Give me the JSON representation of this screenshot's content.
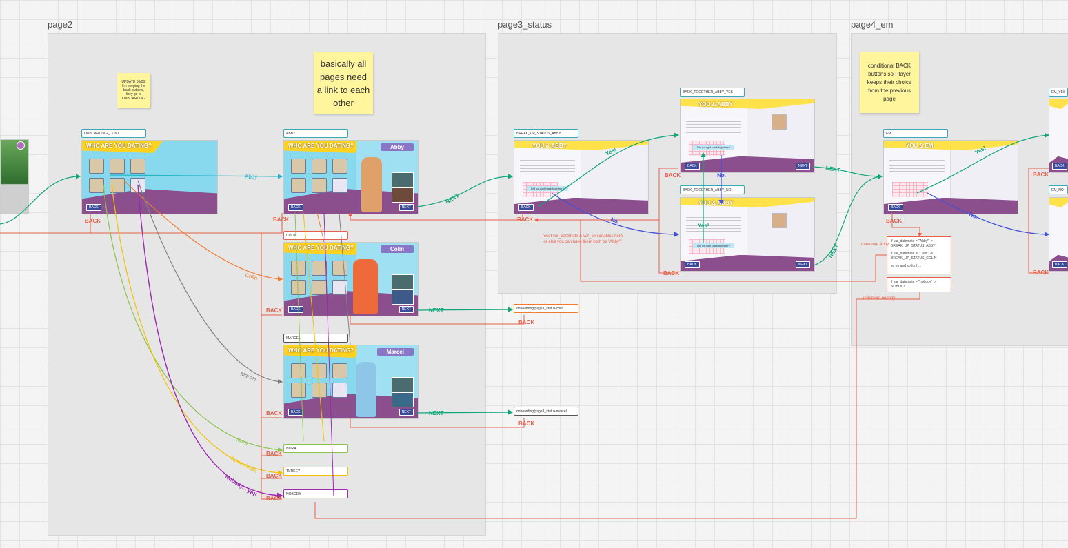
{
  "sections": {
    "page2": "page2",
    "page3": "page3_status",
    "page4": "page4_em"
  },
  "stickies": {
    "update": "UPDATE 03/08: I'm keeping the back buttons, they go to ONBOARDING",
    "links": "basically all pages need a link to each other",
    "conditional": "conditional BACK buttons so Player keeps their choice from the previous page"
  },
  "labels": {
    "onboarding_cont": "ONBOARDING_CONT",
    "abby": "ABBY",
    "colin": "COLIN",
    "marcel": "MARCEL",
    "nora": "NORA",
    "turkey": "TURKEY",
    "nobody": "NOBODY",
    "break_up_status_abby": "BREAK_UP_STATUS_ABBY",
    "back_together_abby_yes": "BACK_TOGETHER_ABBY_YES",
    "back_together_abby_no": "BACK_TOGETHER_ABBY_NO",
    "em": "EM",
    "em_yes": "EM_YES",
    "em_no": "EM_NO",
    "colin_next": "onboarding/page3_status/colin",
    "marcel_next": "onboarding/page3_status/marcel"
  },
  "frames": {
    "who_heading": "WHO ARE YOU DATING?",
    "you_abby": "YOU & ABBY",
    "you_em": "YOU & EM",
    "name_abby": "Abby",
    "name_colin": "Colin",
    "name_marcel": "Marcel",
    "back_btn": "BACK",
    "next_btn": "NEXT",
    "prompt_back": "Did you get back together?"
  },
  "edges": {
    "abby": "Abby",
    "colin": "Colin",
    "marcel": "Marcel",
    "nora": "Nora",
    "turkey": "Turkeyhawk",
    "nobody": "Nobody... yet!",
    "back": "BACK",
    "next": "NEXT",
    "yes": "Yes!",
    "no": "No."
  },
  "notes": {
    "reset": "reset var_datemate & var_ex variables here or else you can have them both be \"Abby\"!",
    "cond_line1": "if var_datemate = \"Abby\" -> BREAK_UP_STATUS_ABBY",
    "cond_line2": "if var_datemate = \"Colin\" -> BREAK_UP_STATUS_COLIN",
    "cond_line3": "so on and so forth...",
    "cond_line4": "if var_datemate = \"nobody\" -> NOBODY",
    "datemate_abby": "datemate Abby",
    "datemate_nobody": "datemate nobody"
  },
  "colors": {
    "teal": "#0fa57a",
    "orange": "#ef7b2d",
    "gray": "#808080",
    "green": "#8bc34a",
    "yellow": "#f2c200",
    "purple": "#9c27b0",
    "red": "#e85e4a",
    "blue": "#3f51d8",
    "cyan": "#26b5c8"
  }
}
